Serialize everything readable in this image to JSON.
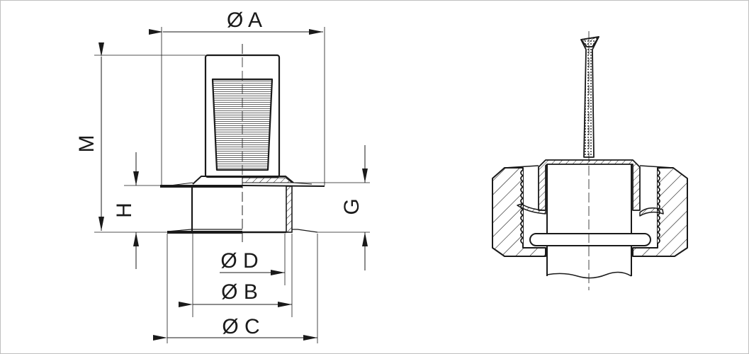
{
  "colors": {
    "line": "#1a1a1a",
    "frame": "#bfbfbf",
    "background": "#ffffff"
  },
  "left_view": {
    "dimensions": {
      "diameter_a": "Ø A",
      "diameter_d": "Ø D",
      "diameter_b": "Ø B",
      "diameter_c": "Ø C",
      "height_m": "M",
      "height_h": "H",
      "height_g": "G"
    }
  }
}
